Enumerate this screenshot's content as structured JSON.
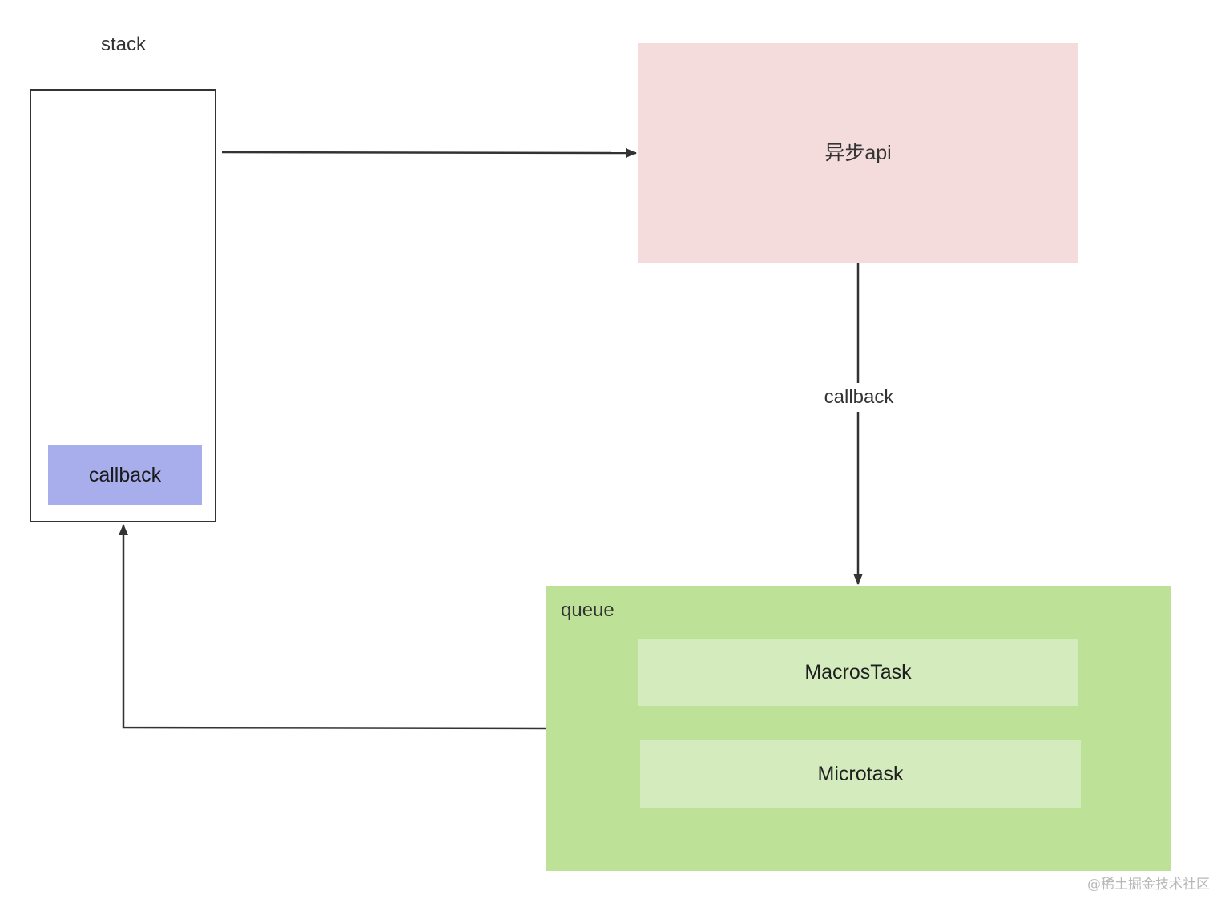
{
  "stack": {
    "label": "stack",
    "item_label": "callback"
  },
  "async_api": {
    "label": "异步api"
  },
  "edges": {
    "api_to_queue_label": "callback"
  },
  "queue": {
    "label": "queue",
    "macro_label": "MacrosTask",
    "micro_label": "Microtask"
  },
  "watermark": "@稀土掘金技术社区",
  "colors": {
    "stroke": "#333333",
    "callback_fill": "#a8aeec",
    "async_fill": "#f3dcdb",
    "queue_fill": "#bde197",
    "task_fill": "#d3ebbd"
  }
}
